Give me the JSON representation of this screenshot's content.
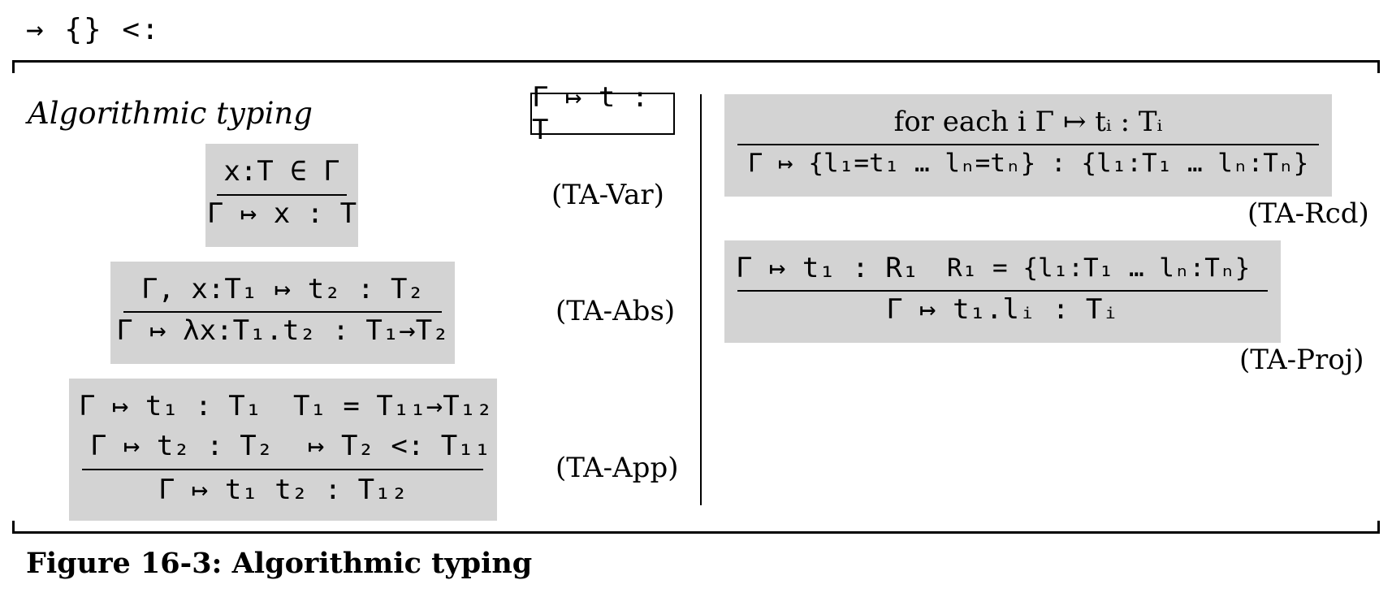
{
  "header": {
    "symbols": "→ {} <:"
  },
  "section": {
    "title": "Algorithmic typing",
    "judgment": "Γ ↦ t : T"
  },
  "rules": {
    "var": {
      "premise": "x:T ∈ Γ",
      "conclusion": "Γ ↦ x : T",
      "name": "(TA-Var)"
    },
    "abs": {
      "premise": "Γ, x:T₁ ↦ t₂ : T₂",
      "conclusion": "Γ ↦ λx:T₁.t₂ : T₁→T₂",
      "name": "(TA-Abs)"
    },
    "app": {
      "premise1a": "Γ ↦ t₁ : T₁",
      "premise1b": "T₁ = T₁₁→T₁₂",
      "premise2a": "Γ ↦ t₂ : T₂",
      "premise2b": "↦ T₂ <: T₁₁",
      "conclusion": "Γ ↦ t₁ t₂ : T₁₂",
      "name": "(TA-App)"
    },
    "rcd": {
      "premise": "for each i    Γ ↦ tᵢ : Tᵢ",
      "conclusion": "Γ ↦ {l₁=t₁ … lₙ=tₙ} : {l₁:T₁ … lₙ:Tₙ}",
      "name": "(TA-Rcd)"
    },
    "proj": {
      "premise_a": "Γ ↦ t₁ : R₁",
      "premise_b": "R₁ = {l₁:T₁ … lₙ:Tₙ}",
      "conclusion": "Γ ↦ t₁.lᵢ : Tᵢ",
      "name": "(TA-Proj)"
    }
  },
  "caption": "Figure 16-3: Algorithmic typing"
}
